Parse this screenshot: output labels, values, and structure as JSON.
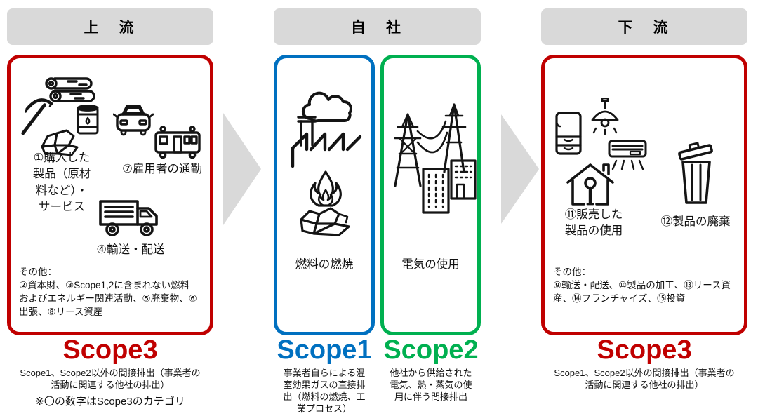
{
  "colors": {
    "scope3_red": "#C00000",
    "scope1_blue": "#0070C0",
    "scope2_green": "#00B050",
    "header_gray": "#D9D9D9",
    "arrow_gray": "#D9D9D9"
  },
  "headers": {
    "upstream": "上　流",
    "company": "自　社",
    "downstream": "下　流"
  },
  "upstream": {
    "items": {
      "purchased": "①購入した\n製品（原材\n料など）・\nサービス",
      "commute": "⑦雇用者の通勤",
      "transport": "④輸送・配送"
    },
    "other": "その他：\n②資本財、③Scope1,2に含まれない燃料\nおよびエネルギー関連活動、⑤廃棄物、⑥\n出張、⑧リース資産",
    "scope": {
      "title": "Scope3",
      "desc": "Scope1、Scope2以外の間接排出（事業者の\n活動に関連する他社の排出）"
    },
    "note": "※〇の数字はScope3のカテゴリ"
  },
  "company": {
    "scope1": {
      "label": "燃料の燃焼",
      "title": "Scope1",
      "desc": "事業者自らによる温\n室効果ガスの直接排\n出（燃料の燃焼、工\n業プロセス）"
    },
    "scope2": {
      "label": "電気の使用",
      "title": "Scope2",
      "desc": "他社から供給された\n電気、熱・蒸気の使\n用に伴う間接排出"
    }
  },
  "downstream": {
    "items": {
      "product_use": "⑪販売した\n製品の使用",
      "disposal": "⑫製品の廃棄"
    },
    "other": "その他：\n⑨輸送・配送、⑩製品の加工、⑬リース資\n産、⑭フランチャイズ、⑮投資",
    "scope": {
      "title": "Scope3",
      "desc": "Scope1、Scope2以外の間接排出（事業者の\n活動に関連する他社の排出）"
    }
  },
  "icons": {
    "upstream": [
      "pickaxe-icon",
      "logs-icon",
      "oil-drum-icon",
      "coal-icon",
      "car-icon",
      "train-icon",
      "truck-icon"
    ],
    "scope1": [
      "factory-smoke-icon",
      "flame-coal-icon"
    ],
    "scope2": [
      "power-grid-icon"
    ],
    "downstream": [
      "fridge-icon",
      "pendant-lamp-icon",
      "air-conditioner-icon",
      "house-person-icon",
      "trash-icon"
    ]
  }
}
